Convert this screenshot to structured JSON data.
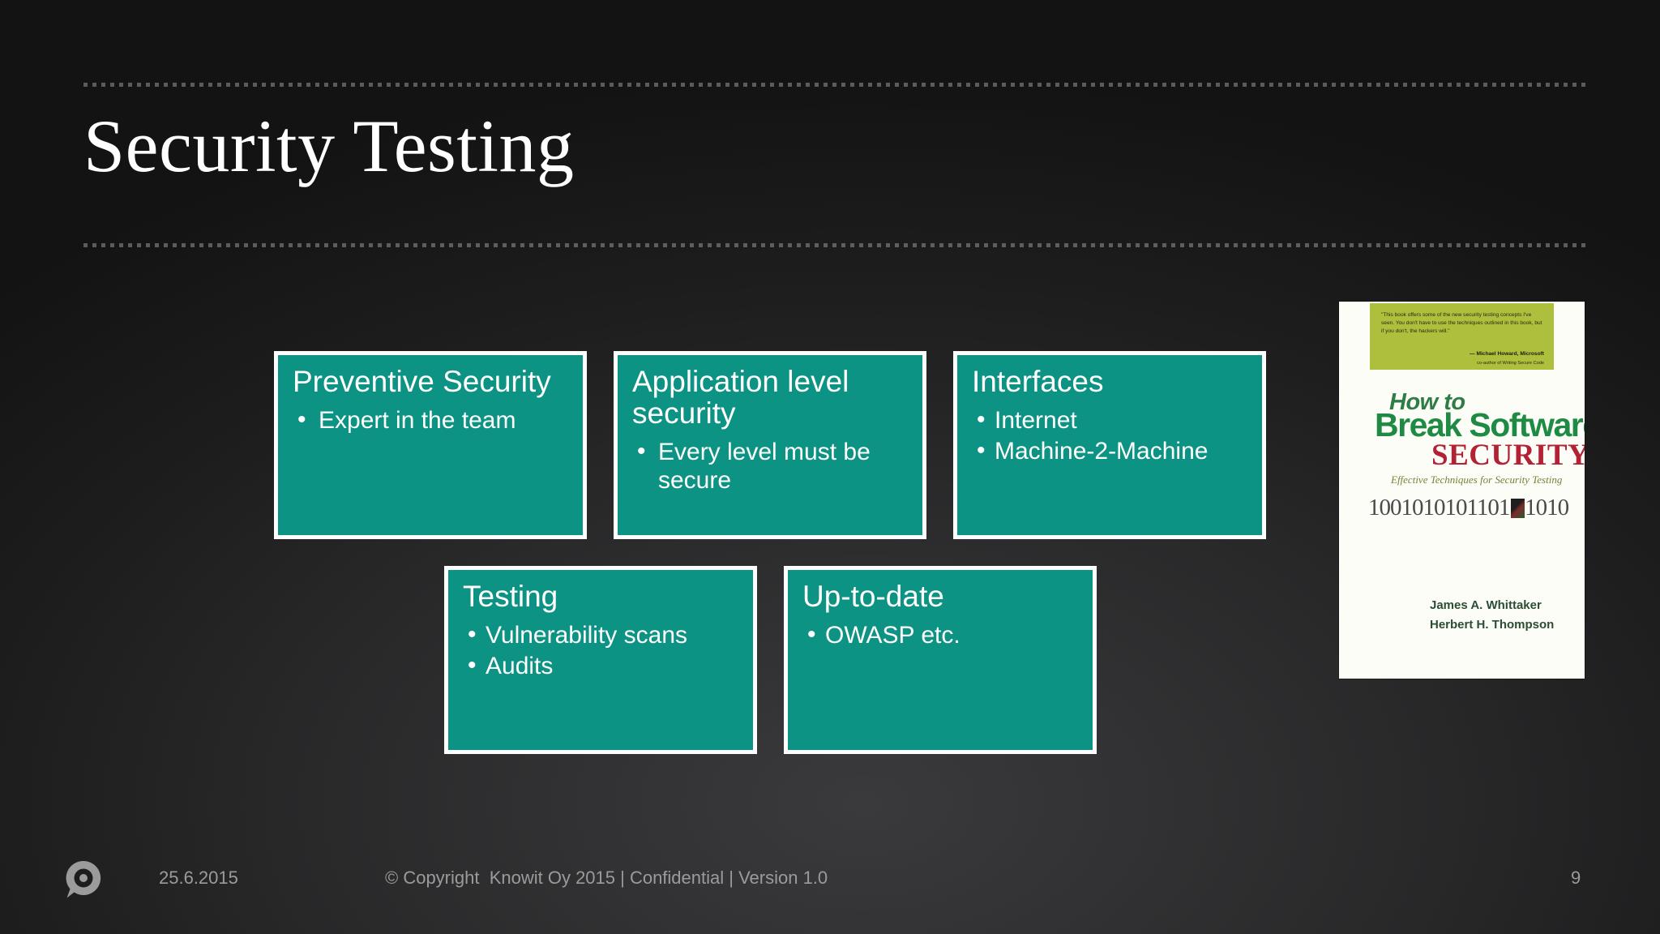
{
  "slide": {
    "title": "Security Testing",
    "page_number": "9",
    "accent_color": "#0d9384",
    "background_color": "#1b1b1c",
    "border_color": "#ffffff"
  },
  "boxes": [
    {
      "id": "preventive",
      "heading": "Preventive Security",
      "bullets": [
        "Expert in the team"
      ]
    },
    {
      "id": "applevel",
      "heading": "Application level security",
      "bullets": [
        "Every level must be secure"
      ]
    },
    {
      "id": "interfaces",
      "heading": "Interfaces",
      "bullets": [
        "Internet",
        "Machine-2-Machine"
      ]
    },
    {
      "id": "testing",
      "heading": "Testing",
      "bullets": [
        "Vulnerability scans",
        "Audits"
      ]
    },
    {
      "id": "uptodate",
      "heading": "Up-to-date",
      "bullets": [
        "OWASP etc."
      ]
    }
  ],
  "book_cover": {
    "quote": "\"This book offers some of the new security testing concepts I've seen. You don't have to use the techniques outlined in this book, but if you don't, the hackers will.\"",
    "quote_attrib": "— Michael Howard, Microsoft",
    "quote_subattrib": "co-author of Writing Secure Code",
    "line_howto": "How to",
    "line_main": "Break Software",
    "line_security": "SECURITY",
    "subtitle": "Effective Techniques for Security Testing",
    "binary_strip": "10010101011011  1010",
    "author_1": "James A. Whittaker",
    "author_2": "Herbert H. Thompson"
  },
  "footer": {
    "date": "25.6.2015",
    "copyright": "© Copyright  Knowit Oy 2015 | Confidential | Version 1.0",
    "logo_name": "knowit-logo"
  }
}
